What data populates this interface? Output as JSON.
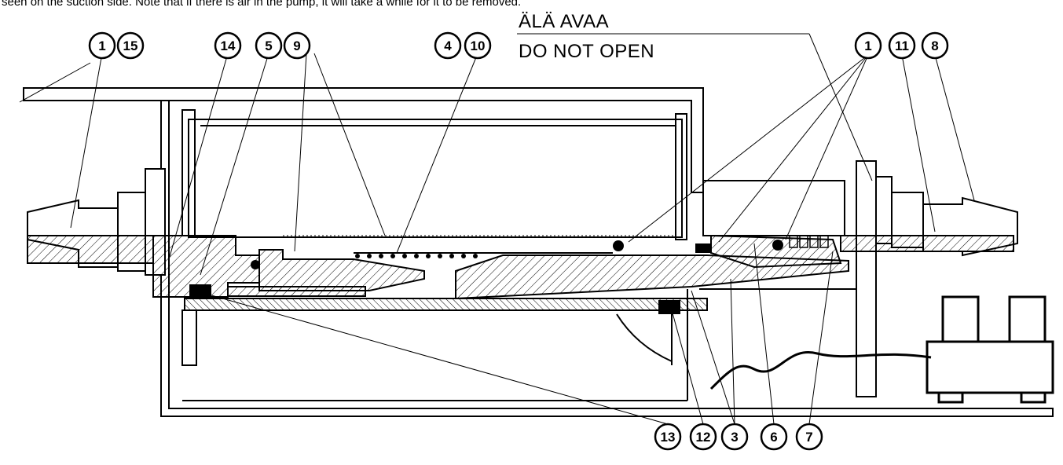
{
  "caption": "seen on the suction side. Note that if there is air in the pump, it will take a while for it to be removed.",
  "warning": {
    "line1": "ÄLÄ AVAA",
    "line2": "DO NOT OPEN"
  },
  "callouts_top": [
    "1",
    "15",
    "14",
    "5",
    "9",
    "4",
    "10",
    "1",
    "11",
    "8"
  ],
  "callouts_bottom": [
    "13",
    "12",
    "3",
    "6",
    "7"
  ],
  "colors": {
    "ink": "#000000",
    "paper": "#ffffff"
  }
}
